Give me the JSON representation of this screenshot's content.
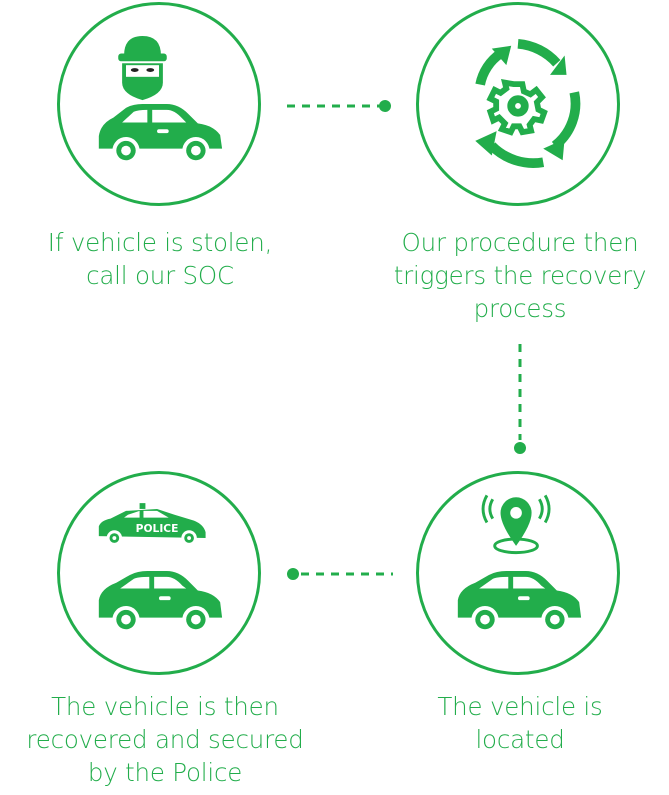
{
  "theme": {
    "accent": "#22ad4b",
    "background": "#ffffff"
  },
  "steps": [
    {
      "id": "call-soc",
      "icon": "thief-car-icon",
      "caption_lines": [
        "If vehicle is stolen,",
        "call our SOC"
      ]
    },
    {
      "id": "trigger-recovery",
      "icon": "gear-cycle-icon",
      "caption_lines": [
        "Our procedure then",
        "triggers the recovery",
        "process"
      ]
    },
    {
      "id": "vehicle-located",
      "icon": "location-car-icon",
      "caption_lines": [
        "The vehicle is",
        "located"
      ]
    },
    {
      "id": "vehicle-recovered",
      "icon": "police-car-icon",
      "caption_lines": [
        "The vehicle is then",
        "recovered and secured",
        "by the Police"
      ],
      "police_label": "POLICE"
    }
  ],
  "connectors": [
    {
      "from": "call-soc",
      "to": "trigger-recovery",
      "direction": "right"
    },
    {
      "from": "trigger-recovery",
      "to": "vehicle-located",
      "direction": "down"
    },
    {
      "from": "vehicle-located",
      "to": "vehicle-recovered",
      "direction": "left"
    }
  ]
}
